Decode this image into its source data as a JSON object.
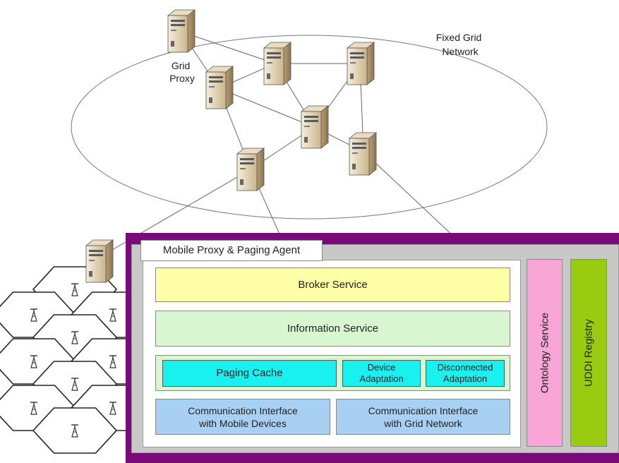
{
  "network": {
    "label": "Fixed Grid\nNetwork",
    "grid_proxy_label": "Grid\nProxy"
  },
  "mobile_proxy": {
    "title": "Mobile Proxy & Paging Agent",
    "broker_service": "Broker Service",
    "information_service": "Information Service",
    "paging_cache": "Paging Cache",
    "device_adaptation": "Device\nAdaptation",
    "disconnected_adaptation": "Disconnected\nAdaptation",
    "comm_mobile": "Communication Interface\nwith Mobile Devices",
    "comm_grid": "Communication Interface\nwith Grid Network",
    "ontology_service": "Ontology Service",
    "uddi_registry": "UDDI Registry"
  },
  "colors": {
    "frame_purple": "#7a0a7a",
    "panel_gray": "#c8c8c8",
    "broker_yellow": "#ffffa8",
    "info_green": "#d8f7d0",
    "cyan": "#19f0f0",
    "comm_blue": "#a8d0f2",
    "ontology_pink": "#f7a6d6",
    "uddi_green": "#99cc11"
  }
}
